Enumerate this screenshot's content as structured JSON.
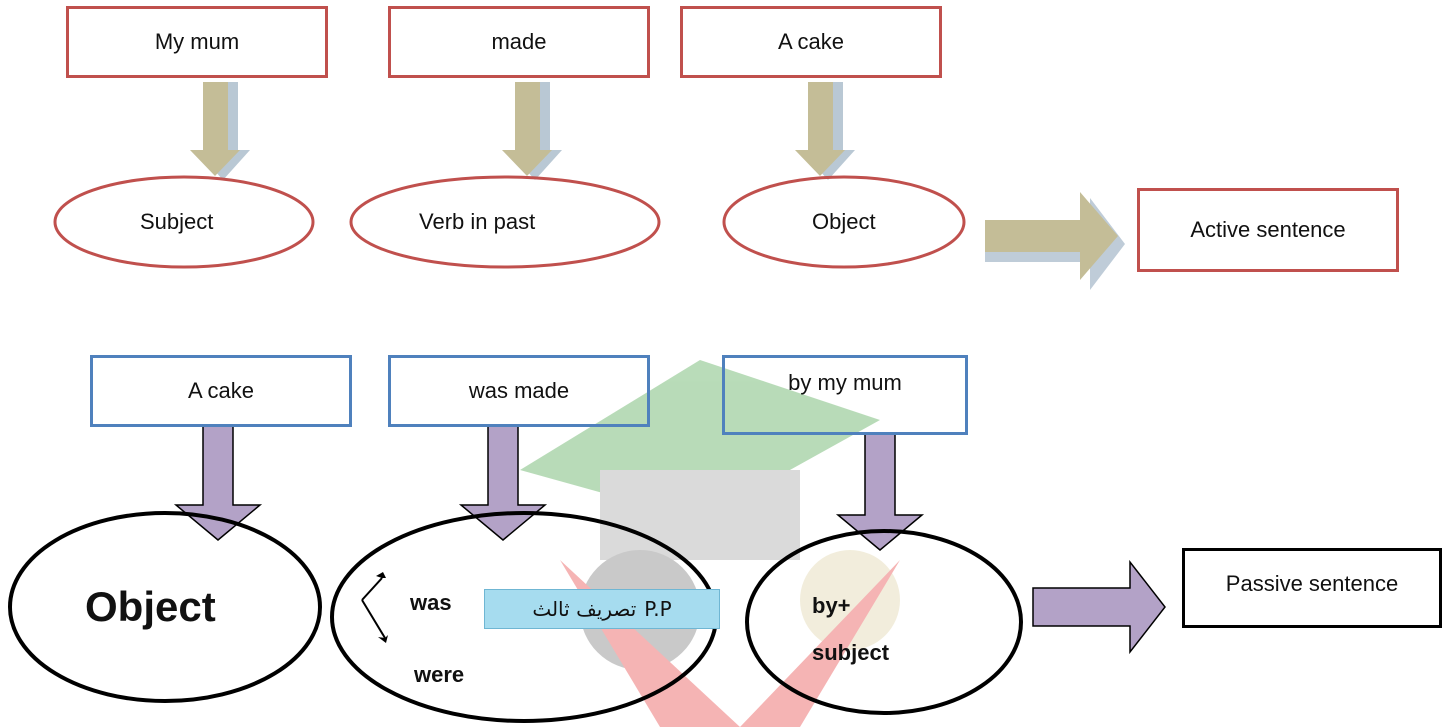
{
  "active": {
    "boxes": [
      "My mum",
      "made",
      "A cake"
    ],
    "ovals": [
      "Subject",
      "Verb in past",
      "Object"
    ],
    "result": "Active sentence"
  },
  "passive": {
    "boxes": [
      "A cake",
      "was made",
      "by my mum"
    ],
    "oval_object": "Object",
    "was": "was",
    "were": "were",
    "pp_arabic": "تصريف ثالث",
    "pp_latin": "P.P",
    "by": "by+",
    "subject": "subject",
    "result": "Passive sentence"
  },
  "colors": {
    "active_border": "#c0504d",
    "passive_border": "#4f81bd",
    "tan_arrow": "#c4bd97",
    "purple_arrow": "#b3a2c7"
  }
}
